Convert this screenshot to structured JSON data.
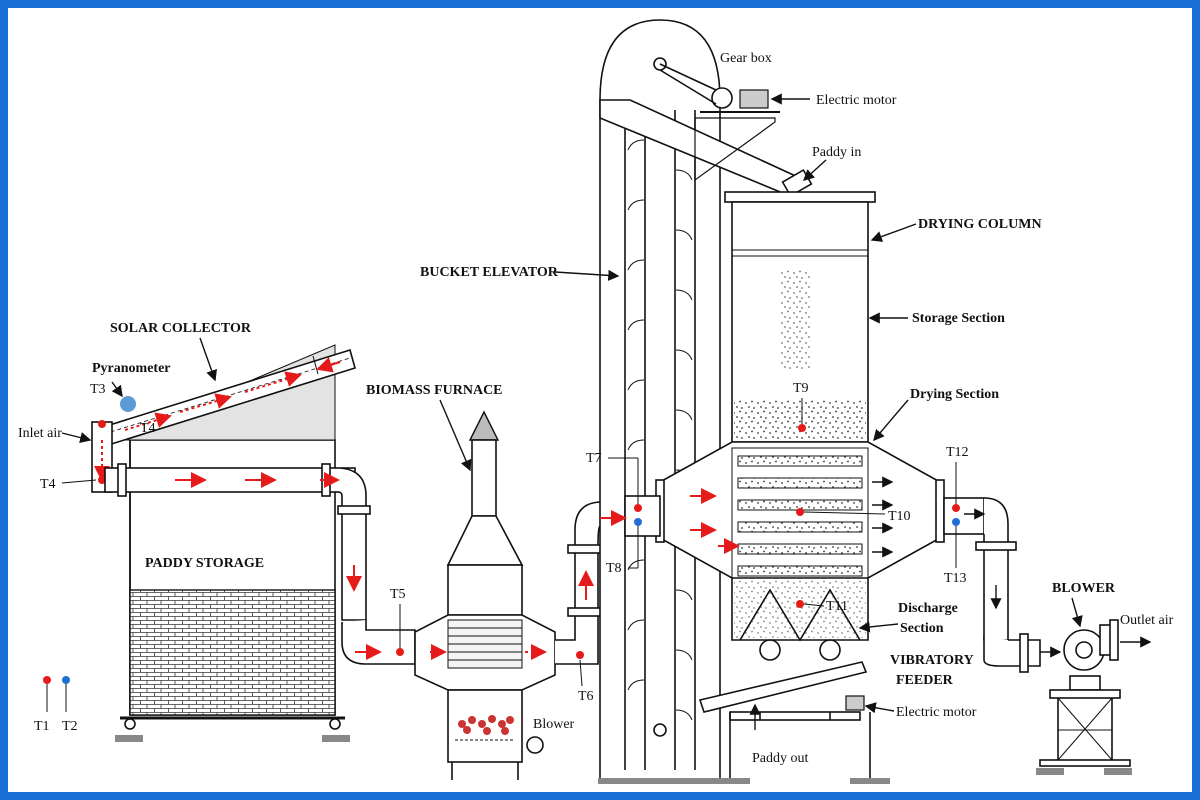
{
  "labels": {
    "gear_box": "Gear box",
    "electric_motor_top": "Electric motor",
    "paddy_in": "Paddy in",
    "drying_column": "DRYING COLUMN",
    "bucket_elevator": "BUCKET ELEVATOR",
    "storage_section": "Storage Section",
    "solar_collector": "SOLAR COLLECTOR",
    "pyranometer": "Pyranometer",
    "biomass_furnace": "BIOMASS FURNACE",
    "drying_section": "Drying Section",
    "inlet_air": "Inlet air",
    "paddy_storage": "PADDY STORAGE",
    "blower_right": "BLOWER",
    "outlet_air": "Outlet air",
    "discharge_section_1": "Discharge",
    "discharge_section_2": "Section",
    "vibratory_feeder_1": "VIBRATORY",
    "vibratory_feeder_2": "FEEDER",
    "electric_motor_bottom": "Electric motor",
    "paddy_out": "Paddy out",
    "blower_furnace": "Blower"
  },
  "sensors": {
    "t1": "T1",
    "t2": "T2",
    "t3": "T3",
    "t4": "T4",
    "t5": "T5",
    "t6": "T6",
    "t7": "T7",
    "t8": "T8",
    "t9": "T9",
    "t10": "T10",
    "t11": "T11",
    "t12": "T12",
    "t13": "T13",
    "t_collector": "T4"
  },
  "colors": {
    "frame": "#1a6fd6",
    "air_flow_arrow": "#e51b1b",
    "temperature_sensor": "#e51b1b",
    "humidity_sensor": "#1e6fd6",
    "pyranometer": "#5b9bd5"
  }
}
